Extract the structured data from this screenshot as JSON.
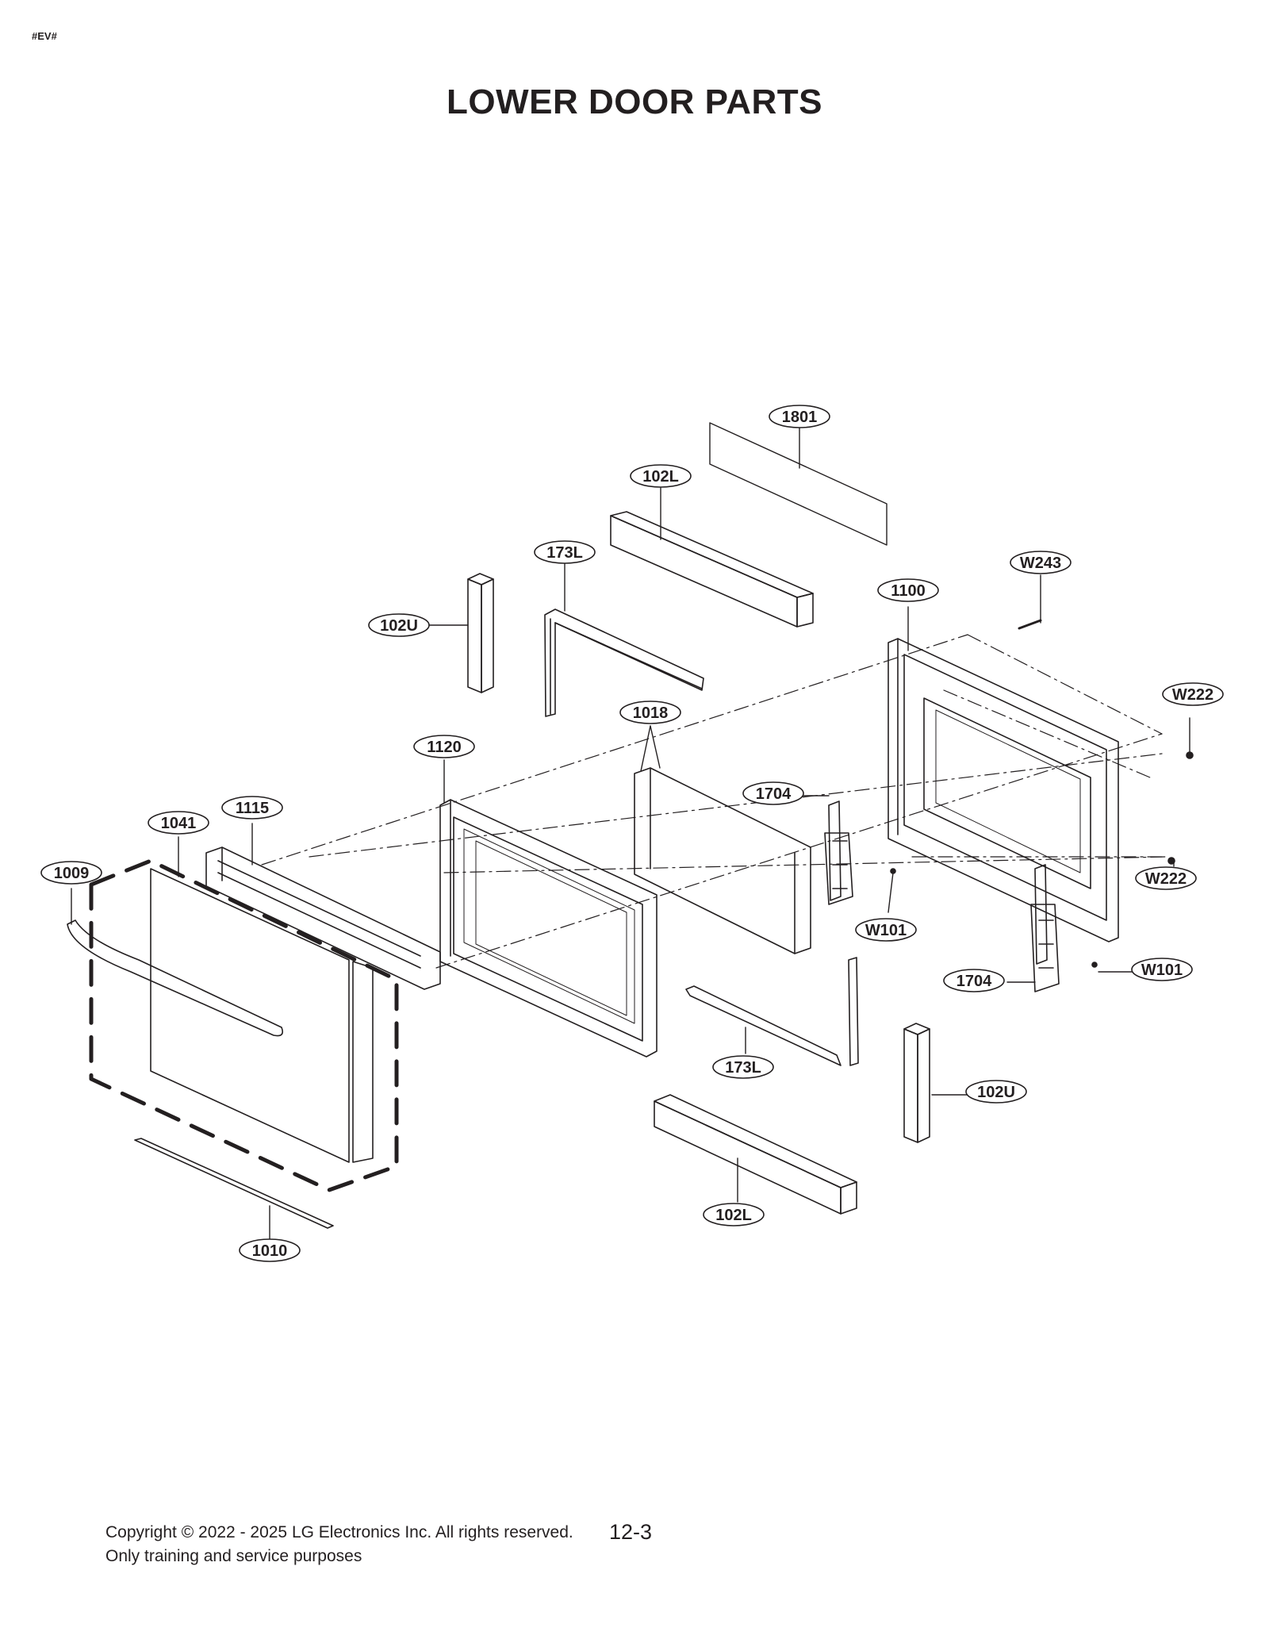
{
  "header": {
    "tag": "#EV#",
    "title": "LOWER DOOR PARTS"
  },
  "callouts": {
    "c1801": "1801",
    "c102L_top": "102L",
    "c173L_top": "173L",
    "c102U_left": "102U",
    "c1100": "1100",
    "cW243": "W243",
    "cW222_top": "W222",
    "c1018": "1018",
    "c1120": "1120",
    "c1704_top": "1704",
    "c1115": "1115",
    "c1041": "1041",
    "c1009": "1009",
    "cW222_bottom": "W222",
    "cW101_left": "W101",
    "cW101_right": "W101",
    "c1704_bottom": "1704",
    "c173L_bottom": "173L",
    "c102U_right": "102U",
    "c102L_bottom": "102L",
    "c1010": "1010"
  },
  "footer": {
    "copyright": "Copyright © 2022 - 2025 LG Electronics Inc. All rights reserved.",
    "purpose": "Only training and service purposes",
    "page": "12-3"
  }
}
